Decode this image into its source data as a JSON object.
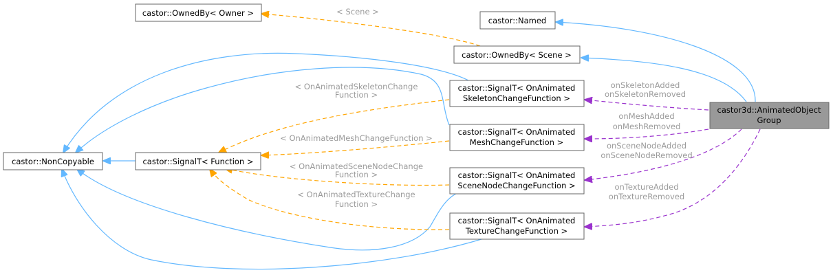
{
  "nodes": {
    "owned_by_owner": "castor::OwnedBy< Owner >",
    "named": "castor::Named",
    "owned_by_scene": "castor::OwnedBy< Scene >",
    "non_copyable": "castor::NonCopyable",
    "signal_function": "castor::SignalT< Function >",
    "signal_skeleton": [
      "castor::SignalT< OnAnimated",
      "SkeletonChangeFunction >"
    ],
    "signal_mesh": [
      "castor::SignalT< OnAnimated",
      "MeshChangeFunction >"
    ],
    "signal_scenenode": [
      "castor::SignalT< OnAnimated",
      "SceneNodeChangeFunction >"
    ],
    "signal_texture": [
      "castor::SignalT< OnAnimated",
      "TextureChangeFunction >"
    ],
    "animated_object_group": [
      "castor3d::AnimatedObject",
      "Group"
    ]
  },
  "edge_labels": {
    "scene": "< Scene >",
    "skeleton_tpl": [
      "< OnAnimatedSkeletonChange",
      "Function >"
    ],
    "mesh_tpl": "< OnAnimatedMeshChangeFunction >",
    "scenenode_tpl": [
      "< OnAnimatedSceneNodeChange",
      "Function >"
    ],
    "texture_tpl": [
      "< OnAnimatedTextureChange",
      "Function >"
    ],
    "skeleton_members": [
      "onSkeletonAdded",
      "onSkeletonRemoved"
    ],
    "mesh_members": [
      "onMeshAdded",
      "onMeshRemoved"
    ],
    "scenenode_members": [
      "onSceneNodeAdded",
      "onSceneNodeRemoved"
    ],
    "texture_members": [
      "onTextureAdded",
      "onTextureRemoved"
    ]
  },
  "colors": {
    "inheritance": "#63b8ff",
    "template_instance": "#ffa500",
    "usage": "#9a32cd",
    "focus_fill": "#999999"
  }
}
